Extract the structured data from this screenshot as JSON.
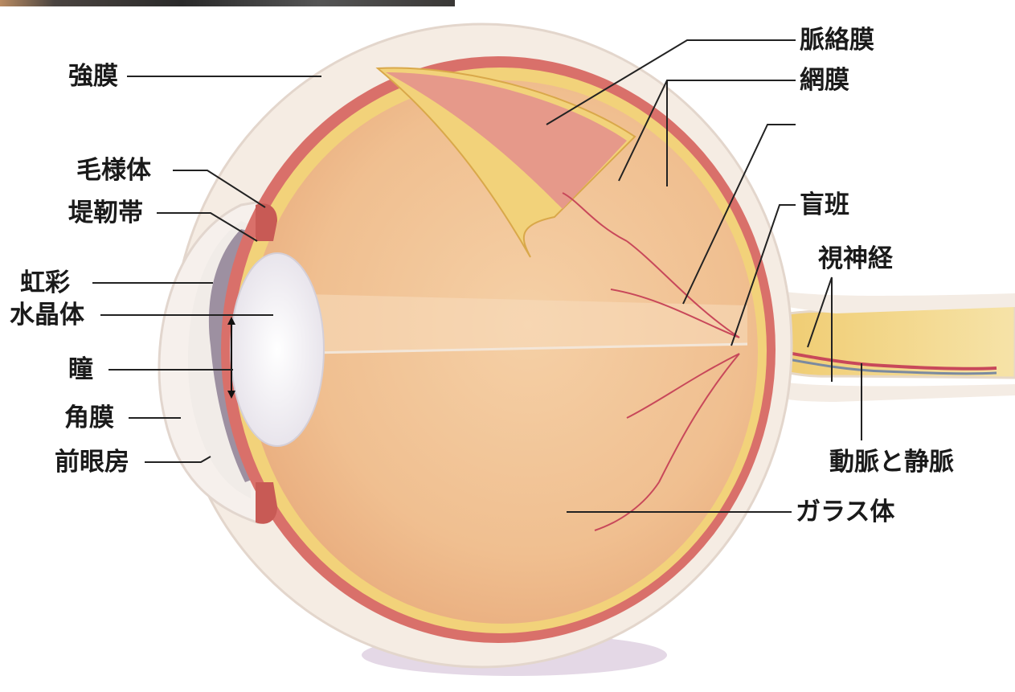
{
  "labels": {
    "sclera": "強膜",
    "ciliary_body": "毛様体",
    "zonule": "堤靭帯",
    "iris": "虹彩",
    "lens": "水晶体",
    "pupil": "瞳",
    "cornea": "角膜",
    "anterior_chamber": "前眼房",
    "choroid": "脈絡膜",
    "retina": "網膜",
    "blind_spot": "盲班",
    "optic_nerve": "視神経",
    "artery_vein": "動脈と静脈",
    "vitreous": "ガラス体"
  },
  "colors": {
    "label_text": "#1a1a1a",
    "leader_line": "#222222",
    "sclera": "#f6eee6",
    "choroid": "#d9706a",
    "retina_yellow": "#f2d27a",
    "vitreous": "#f1c294",
    "optic_nerve": "#f3d98a",
    "iris": "#8e8094"
  }
}
